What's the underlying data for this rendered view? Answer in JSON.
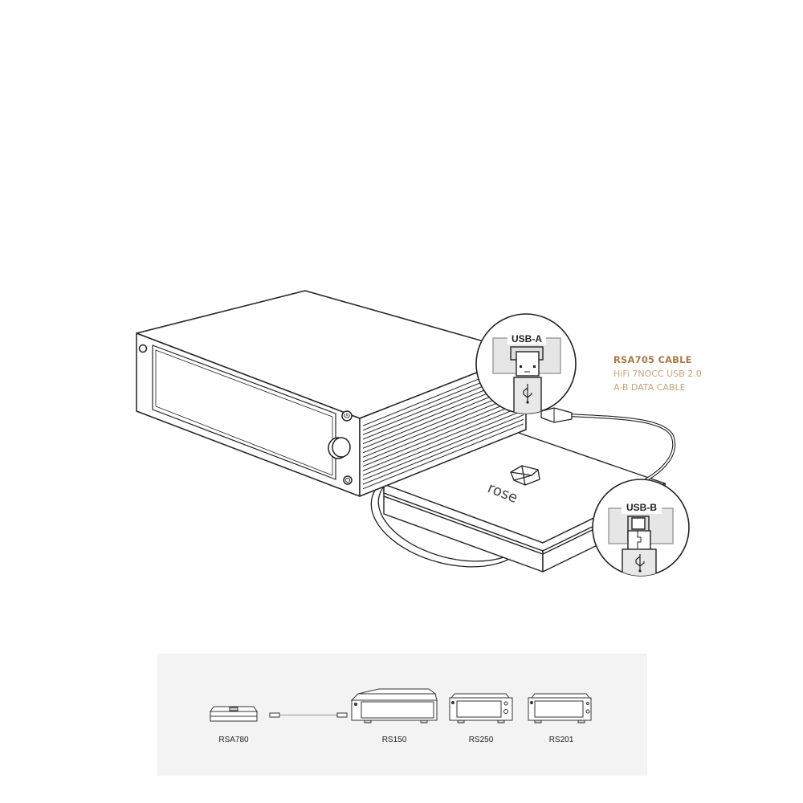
{
  "callout": {
    "title": "RSA705 CABLE",
    "line1": "HiFi 7NOCC USB 2.0",
    "line2": "A-B DATA CABLE",
    "title_color": "#a87a4c",
    "sub_color": "#c8a37c"
  },
  "connectors": {
    "usb_a_label": "USB-A",
    "usb_b_label": "USB-B"
  },
  "device": {
    "drive_brand": "rose"
  },
  "compatibility": {
    "models": [
      {
        "name": "RSA780"
      },
      {
        "name": "RS150"
      },
      {
        "name": "RS250"
      },
      {
        "name": "RS201"
      }
    ]
  }
}
